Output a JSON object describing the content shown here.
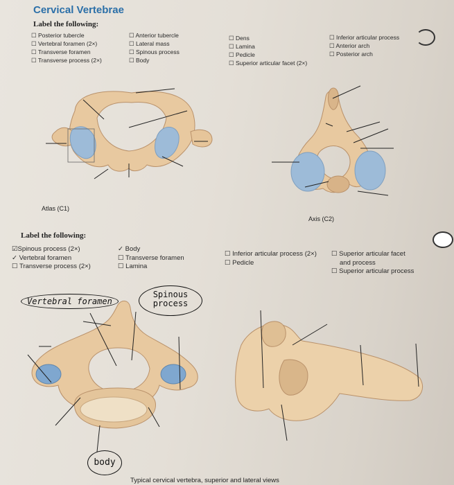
{
  "title": "Cervical Vertebrae",
  "section1": {
    "instruction": "Label the following:",
    "col1": [
      "Posterior tubercle",
      "Vertebral foramen (2×)",
      "Transverse foramen",
      "Transverse process (2×)"
    ],
    "col2": [
      "Anterior tubercle",
      "Lateral mass",
      "Spinous process",
      "Body"
    ],
    "col3": [
      "Dens",
      "Lamina",
      "Pedicle",
      "Superior articular facet (2×)"
    ],
    "col4": [
      "Inferior articular process",
      "Anterior arch",
      "Posterior arch"
    ],
    "atlas_caption": "Atlas (C1)",
    "axis_caption": "Axis (C2)"
  },
  "section2": {
    "instruction": "Label the following:",
    "col1": [
      "Spinous process (2×)",
      "Vertebral foramen",
      "Transverse process (2×)"
    ],
    "col2": [
      "Body",
      "Transverse foramen",
      "Lamina"
    ],
    "col3": [
      "Inferior articular process (2×)",
      "Pedicle"
    ],
    "col4": [
      "Superior articular facet",
      "and process",
      "Superior articular process"
    ],
    "caption": "Typical cervical vertebra, superior and lateral views"
  },
  "handwritten": {
    "vertebral_foramen": "Vertebral foramen",
    "spinous_line1": "Spinous",
    "spinous_line2": "process",
    "body": "body"
  },
  "colors": {
    "bone": "#e8c9a0",
    "bone_shade": "#c9a073",
    "facet": "#9dbbd8",
    "title": "#2b6fa8"
  }
}
